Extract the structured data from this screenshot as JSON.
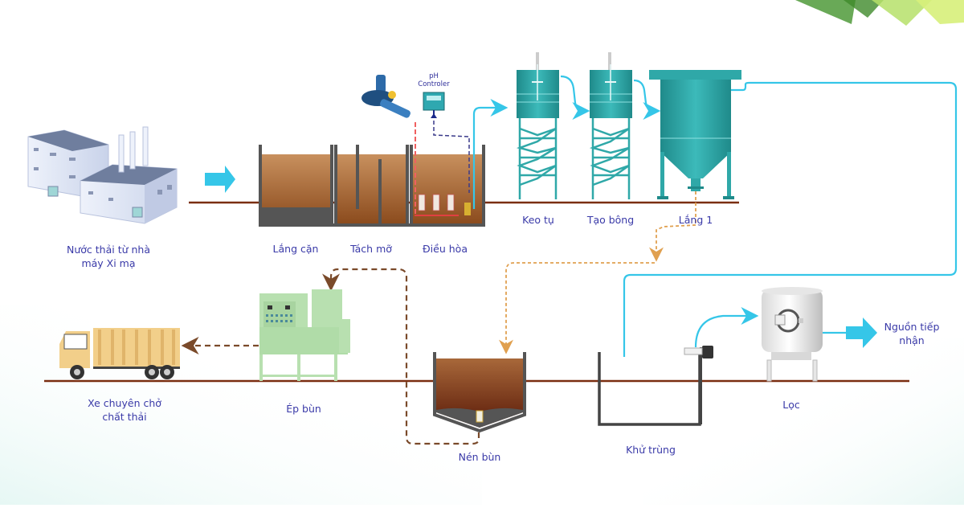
{
  "diagram": {
    "title": "Quy trình xử lý nước thải xi mạ",
    "colors": {
      "label_text": "#3a3aa8",
      "clean_water_line": "#35c6e8",
      "sludge_line_dark": "#7a4a2a",
      "sludge_line_light": "#e0a050",
      "ground_line": "#7a2e10",
      "tank_wall": "#555555",
      "wastewater": "#a8642e",
      "reactor_teal": "#2fa8a8",
      "decor_green_dark": "#4f9a3a",
      "decor_green_light": "#b6e06a"
    },
    "stages": {
      "source": {
        "label_line1": "Nước thải từ nhà",
        "label_line2": "máy Xi mạ"
      },
      "settling_grit": {
        "label": "Lắng cặn"
      },
      "grease_trap": {
        "label": "Tách mỡ"
      },
      "equalization": {
        "label": "Điều hòa"
      },
      "ph_controller": {
        "label_line1": "pH",
        "label_line2": "Controler"
      },
      "coagulation": {
        "label": "Keo tụ"
      },
      "flocculation": {
        "label": "Tạo bông"
      },
      "settling_1": {
        "label": "Lắng 1"
      },
      "sludge_thickener": {
        "label": "Nén bùn"
      },
      "disinfection": {
        "label": "Khử trùng"
      },
      "filtration": {
        "label": "Lọc"
      },
      "receiving_source": {
        "label_line1": "Nguồn tiếp",
        "label_line2": "nhận"
      },
      "sludge_press": {
        "label": "Ép bùn"
      },
      "waste_truck": {
        "label_line1": "Xe chuyên chở",
        "label_line2": "chất thải"
      }
    },
    "flows": [
      {
        "from": "source",
        "to": "settling_grit",
        "type": "wastewater"
      },
      {
        "from": "settling_grit",
        "to": "grease_trap",
        "type": "wastewater"
      },
      {
        "from": "grease_trap",
        "to": "equalization",
        "type": "wastewater"
      },
      {
        "from": "equalization",
        "to": "coagulation",
        "type": "water"
      },
      {
        "from": "coagulation",
        "to": "flocculation",
        "type": "water"
      },
      {
        "from": "flocculation",
        "to": "settling_1",
        "type": "water"
      },
      {
        "from": "settling_1",
        "to": "disinfection",
        "type": "water"
      },
      {
        "from": "disinfection",
        "to": "filtration",
        "type": "water"
      },
      {
        "from": "filtration",
        "to": "receiving_source",
        "type": "water"
      },
      {
        "from": "settling_1",
        "to": "sludge_thickener",
        "type": "sludge"
      },
      {
        "from": "sludge_thickener",
        "to": "sludge_press",
        "type": "sludge"
      },
      {
        "from": "sludge_press",
        "to": "waste_truck",
        "type": "sludge"
      },
      {
        "from": "ph_controller",
        "to": "equalization",
        "type": "signal"
      }
    ]
  }
}
